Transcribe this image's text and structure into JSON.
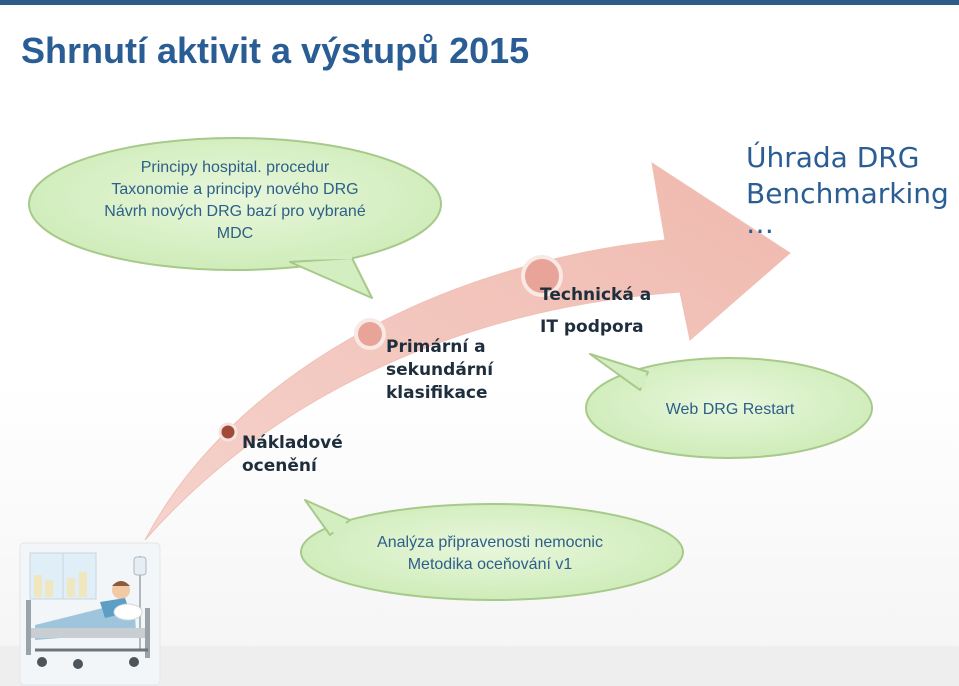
{
  "title": "Shrnutí aktivit a výstupů  2015",
  "bubble_top_left": {
    "lines": [
      "Principy hospital. procedur",
      "Taxonomie a principy nového DRG",
      "Návrh nových DRG bazí pro vybrané",
      "MDC"
    ]
  },
  "goal": {
    "lines": [
      "Úhrada DRG",
      "Benchmarking",
      "…"
    ]
  },
  "steps": [
    {
      "lines": [
        "Nákladové",
        "ocenění"
      ]
    },
    {
      "lines": [
        "Primární a",
        "sekundární",
        "klasifikace"
      ]
    },
    {
      "lines": [
        "Technická a",
        "IT podpora"
      ]
    }
  ],
  "bubble_right": {
    "lines": [
      "Web DRG Restart"
    ]
  },
  "bubble_bottom": {
    "lines": [
      "Analýza připravenosti nemocnic",
      "Metodika oceňování v1"
    ]
  },
  "colors": {
    "title": "#2a5d94",
    "arrow_fill": "#f2c4bb",
    "bubble_fill": "#d6f0c2",
    "bubble_stroke": "#9cc37e",
    "dot_dark": "#a14a3a",
    "dot_light": "#e8a498"
  },
  "icons": {
    "patient": "hospital-patient-bed-illustration"
  }
}
